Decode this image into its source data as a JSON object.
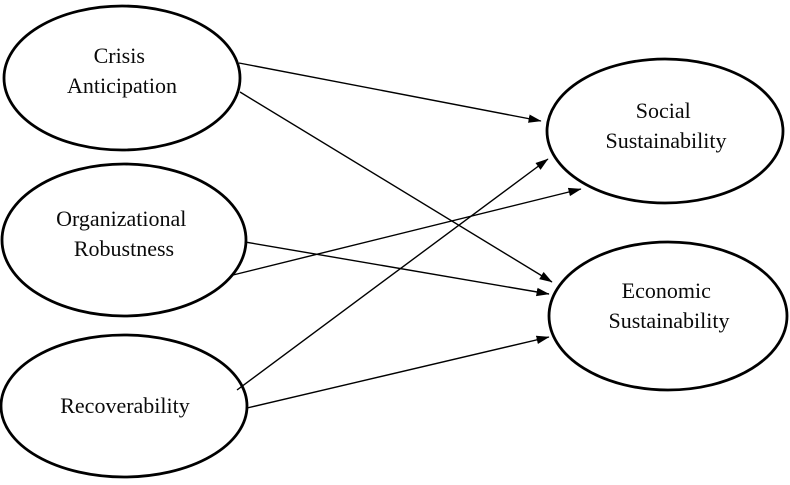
{
  "diagram": {
    "type": "path-model",
    "background_color": "#ffffff",
    "ink_color": "#000000",
    "nodes": [
      {
        "id": "crisis-anticipation",
        "shape": "ellipse",
        "lines": [
          "Crisis",
          "Anticipation"
        ]
      },
      {
        "id": "organizational-robustness",
        "shape": "ellipse",
        "lines": [
          "Organizational",
          "Robustness"
        ]
      },
      {
        "id": "recoverability",
        "shape": "ellipse",
        "lines": [
          "Recoverability"
        ]
      },
      {
        "id": "social-sustainability",
        "shape": "ellipse",
        "lines": [
          "Social",
          "Sustainability"
        ]
      },
      {
        "id": "economic-sustainability",
        "shape": "ellipse",
        "lines": [
          "Economic",
          "Sustainability"
        ]
      }
    ],
    "edges": [
      {
        "from": "Crisis Anticipation",
        "to": "Social Sustainability",
        "style": "arrow"
      },
      {
        "from": "Crisis Anticipation",
        "to": "Economic Sustainability",
        "style": "arrow"
      },
      {
        "from": "Organizational Robustness",
        "to": "Social Sustainability",
        "style": "arrow"
      },
      {
        "from": "Organizational Robustness",
        "to": "Economic Sustainability",
        "style": "arrow"
      },
      {
        "from": "Recoverability",
        "to": "Social Sustainability",
        "style": "arrow"
      },
      {
        "from": "Recoverability",
        "to": "Economic Sustainability",
        "style": "arrow"
      }
    ]
  }
}
